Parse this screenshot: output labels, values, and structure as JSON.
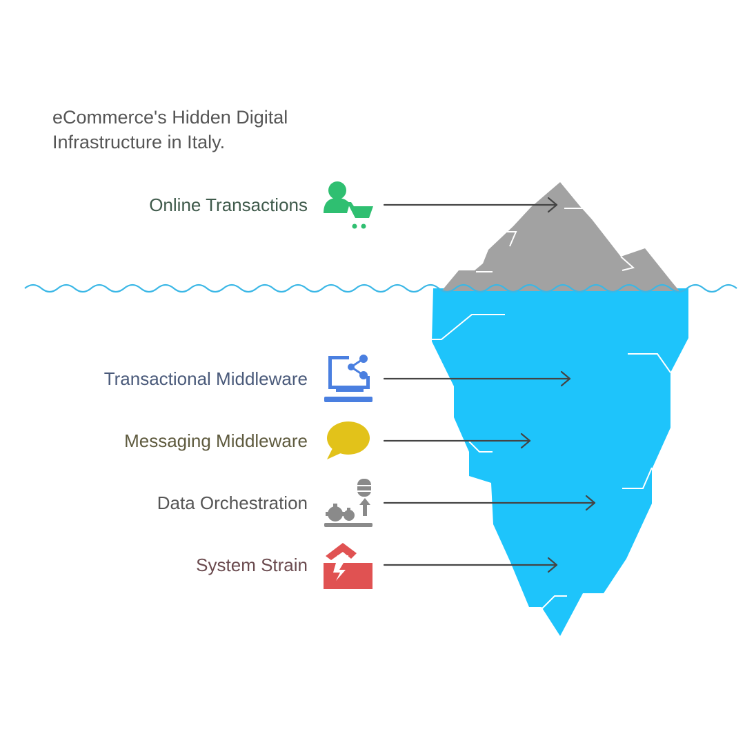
{
  "title": {
    "line1": "eCommerce's Hidden Digital",
    "line2": "Infrastructure in Italy."
  },
  "layers": [
    {
      "label": "Online Transactions",
      "icon": "user-cart-icon",
      "color": "#2fbf71",
      "text_color": "#3f5a4b"
    },
    {
      "label": "Transactional Middleware",
      "icon": "laptop-share-icon",
      "color": "#4a7fe0",
      "text_color": "#4a5a7a"
    },
    {
      "label": "Messaging Middleware",
      "icon": "speech-bubble-icon",
      "color": "#e2c21a",
      "text_color": "#5e5a3e"
    },
    {
      "label": "Data Orchestration",
      "icon": "gears-database-icon",
      "color": "#888888",
      "text_color": "#555555"
    },
    {
      "label": "System Strain",
      "icon": "broken-house-icon",
      "color": "#e05252",
      "text_color": "#6a4a4e"
    }
  ],
  "colors": {
    "water": "#3ab7e6",
    "iceberg_above": "#a0a0a0",
    "iceberg_below": "#1ec4fb",
    "arrow": "#444444"
  }
}
